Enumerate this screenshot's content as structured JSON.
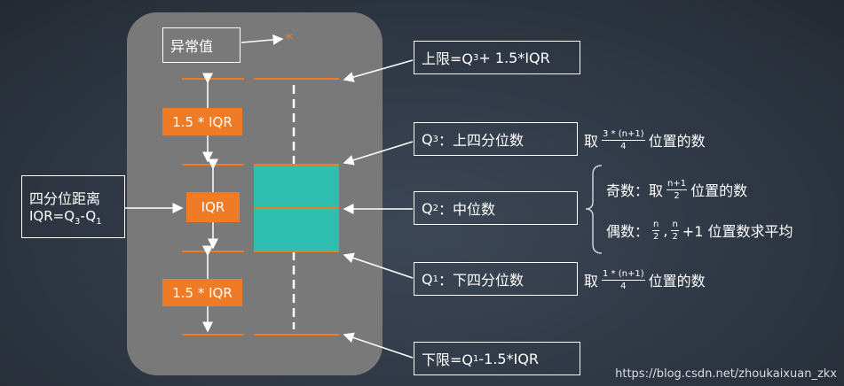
{
  "outlier": {
    "label": "异常值",
    "marker": "*"
  },
  "iqr_def": {
    "title": "四分位距离",
    "formula_prefix": "IQR=Q",
    "sub3": "3",
    "mid": "-Q",
    "sub1": "1"
  },
  "orange_labels": {
    "upper": "1.5 * IQR",
    "middle": "IQR",
    "lower": "1.5 * IQR"
  },
  "upper_limit": {
    "prefix": "上限=Q",
    "sub": "3",
    "suffix": " + 1.5*IQR"
  },
  "q3": {
    "prefix": "Q",
    "sub": "3",
    "suffix": "：上四分位数",
    "note_pre": "取",
    "num": "3 * (n+1)",
    "den": "4",
    "note_post": "位置的数"
  },
  "q2": {
    "prefix": "Q",
    "sub": "2",
    "suffix": "：中位数"
  },
  "odd": {
    "pre": "奇数：取",
    "num": "n+1",
    "den": "2",
    "post": "位置的数"
  },
  "even": {
    "pre": "偶数：",
    "n1": "n",
    "d1": "2",
    "sep": ",",
    "n2": "n",
    "d2": "2",
    "post": "+1 位置数求平均"
  },
  "q1": {
    "prefix": "Q",
    "sub": "1",
    "suffix": "：下四分位数",
    "note_pre": "取",
    "num": "1 * (n+1)",
    "den": "4",
    "note_post": "位置的数"
  },
  "lower_limit": {
    "prefix": "下限=Q",
    "sub": "1",
    "suffix": " -1.5*IQR"
  },
  "watermark": "https://blog.csdn.net/zhoukaixuan_zkx",
  "colors": {
    "orange": "#f07b26",
    "teal": "#2ebfb0",
    "panel": "#797979",
    "line_orange": "#f07b26"
  }
}
